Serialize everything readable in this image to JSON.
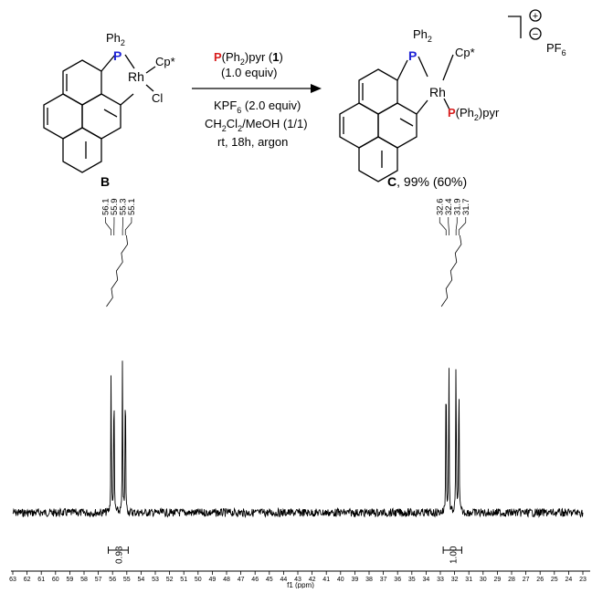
{
  "scheme": {
    "reactant": {
      "label": "B",
      "ph2": "Ph",
      "ph2_sub": "2",
      "p": "P",
      "rh": "Rh",
      "cp": "Cp*",
      "cl": "Cl"
    },
    "reagent_line1_p": "P",
    "reagent_line1_rest": "(Ph",
    "reagent_line1_sub": "2",
    "reagent_line1_end": ")pyr (",
    "reagent_line1_bold": "1",
    "reagent_line1_close": ")",
    "reagent_line2": "(1.0 equiv)",
    "reagent_line3_a": "KPF",
    "reagent_line3_sub": "6",
    "reagent_line3_b": " (2.0 equiv)",
    "reagent_line4_a": "CH",
    "reagent_line4_sub1": "2",
    "reagent_line4_b": "Cl",
    "reagent_line4_sub2": "2",
    "reagent_line4_c": "/MeOH (1/1)",
    "reagent_line5": "rt, 18h, argon",
    "product": {
      "label_bold": "C",
      "label_rest": ", 99% (60%)",
      "ph2": "Ph",
      "ph2_sub": "2",
      "p": "P",
      "rh": "Rh",
      "cp": "Cp*",
      "p2": "P",
      "p2_rest": "(Ph",
      "p2_sub": "2",
      "p2_end": ")pyr",
      "counter_ion": "PF",
      "counter_ion_sub": "6",
      "plus": "+",
      "minus": "−"
    },
    "colors": {
      "p_reactant": "#1f24d6",
      "p_reagent": "#d81e1e"
    }
  },
  "chart_data": {
    "type": "line",
    "xlabel": "f1 (ppm)",
    "xlim": [
      63,
      23
    ],
    "x_ticks": [
      63,
      62,
      61,
      60,
      59,
      58,
      57,
      56,
      55,
      54,
      53,
      52,
      51,
      50,
      49,
      48,
      47,
      46,
      45,
      44,
      43,
      42,
      41,
      40,
      39,
      38,
      37,
      36,
      35,
      34,
      33,
      32,
      31,
      30,
      29,
      28,
      27,
      26,
      25,
      24,
      23
    ],
    "peak_labels_B": [
      "56.1",
      "55.9",
      "55.3",
      "55.1"
    ],
    "peak_labels_C": [
      "32.6",
      "32.4",
      "31.9",
      "31.7"
    ],
    "series": [
      {
        "peaks_ppm": [
          56.1,
          55.9,
          55.3,
          55.1
        ],
        "heights": [
          0.88,
          0.88,
          0.91,
          0.9
        ]
      },
      {
        "peaks_ppm": [
          32.6,
          32.4,
          31.9,
          31.7
        ],
        "heights": [
          1.0,
          0.95,
          1.0,
          0.93
        ]
      }
    ],
    "integrals": [
      {
        "from": 56.3,
        "to": 54.9,
        "value": "0.93"
      },
      {
        "from": 32.8,
        "to": 31.5,
        "value": "1.00"
      }
    ],
    "colors": {
      "line": "#000000"
    }
  }
}
